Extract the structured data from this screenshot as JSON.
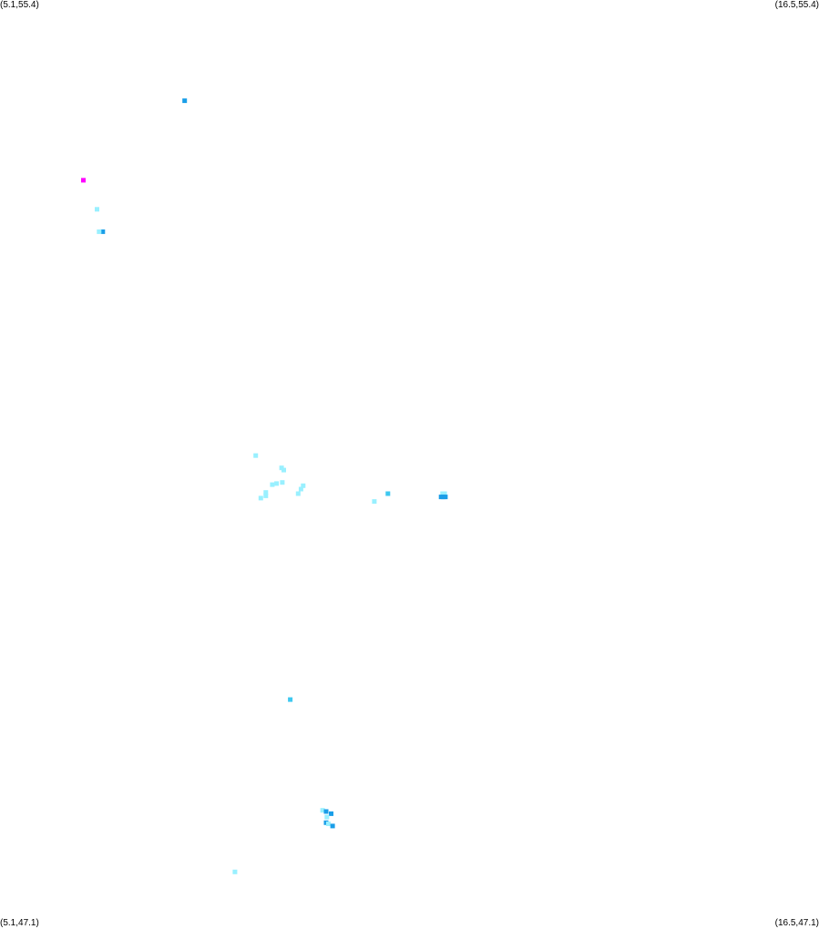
{
  "corners": {
    "top_left": "(5.1,55.4)",
    "top_right": "(16.5,55.4)",
    "bottom_left": "(5.1,47.1)",
    "bottom_right": "(16.5,47.1)"
  },
  "colors": {
    "light": "#99f0ff",
    "medium": "#3ec8f0",
    "dark": "#1a9ee8",
    "accent": "#ff00ff"
  },
  "chart_data": {
    "type": "scatter",
    "xlim": [
      5.1,
      16.5
    ],
    "ylim": [
      47.1,
      55.4
    ],
    "grid": false,
    "points": [
      {
        "x": 7.67,
        "y": 54.5,
        "color": "#1a9ee8"
      },
      {
        "x": 6.26,
        "y": 53.79,
        "color": "#ff00ff"
      },
      {
        "x": 6.45,
        "y": 53.53,
        "color": "#99f0ff"
      },
      {
        "x": 6.53,
        "y": 53.33,
        "color": "#1a9ee8"
      },
      {
        "x": 6.48,
        "y": 53.33,
        "color": "#99f0ff"
      },
      {
        "x": 8.66,
        "y": 51.33,
        "color": "#99f0ff"
      },
      {
        "x": 9.02,
        "y": 51.22,
        "color": "#99f0ff"
      },
      {
        "x": 9.05,
        "y": 51.2,
        "color": "#99f0ff"
      },
      {
        "x": 9.03,
        "y": 51.09,
        "color": "#99f0ff"
      },
      {
        "x": 8.95,
        "y": 51.08,
        "color": "#99f0ff"
      },
      {
        "x": 8.89,
        "y": 51.07,
        "color": "#99f0ff"
      },
      {
        "x": 9.32,
        "y": 51.06,
        "color": "#99f0ff"
      },
      {
        "x": 9.29,
        "y": 51.03,
        "color": "#99f0ff"
      },
      {
        "x": 9.25,
        "y": 50.99,
        "color": "#99f0ff"
      },
      {
        "x": 8.8,
        "y": 51.0,
        "color": "#99f0ff"
      },
      {
        "x": 8.8,
        "y": 50.97,
        "color": "#99f0ff"
      },
      {
        "x": 8.73,
        "y": 50.95,
        "color": "#99f0ff"
      },
      {
        "x": 10.5,
        "y": 50.99,
        "color": "#3ec8f0"
      },
      {
        "x": 10.31,
        "y": 50.92,
        "color": "#99f0ff"
      },
      {
        "x": 11.26,
        "y": 50.99,
        "color": "#99f0ff"
      },
      {
        "x": 11.29,
        "y": 50.99,
        "color": "#99f0ff"
      },
      {
        "x": 11.24,
        "y": 50.96,
        "color": "#1a9ee8"
      },
      {
        "x": 11.27,
        "y": 50.96,
        "color": "#1a9ee8"
      },
      {
        "x": 11.3,
        "y": 50.96,
        "color": "#1a9ee8"
      },
      {
        "x": 9.14,
        "y": 49.15,
        "color": "#3ec8f0"
      },
      {
        "x": 9.59,
        "y": 48.16,
        "color": "#99f0ff"
      },
      {
        "x": 9.64,
        "y": 48.15,
        "color": "#1a9ee8"
      },
      {
        "x": 9.71,
        "y": 48.13,
        "color": "#1a9ee8"
      },
      {
        "x": 9.65,
        "y": 48.1,
        "color": "#99f0ff"
      },
      {
        "x": 9.64,
        "y": 48.05,
        "color": "#1a9ee8"
      },
      {
        "x": 9.67,
        "y": 48.04,
        "color": "#99f0ff"
      },
      {
        "x": 9.73,
        "y": 48.02,
        "color": "#1a9ee8"
      },
      {
        "x": 8.37,
        "y": 47.61,
        "color": "#99f0ff"
      }
    ]
  }
}
